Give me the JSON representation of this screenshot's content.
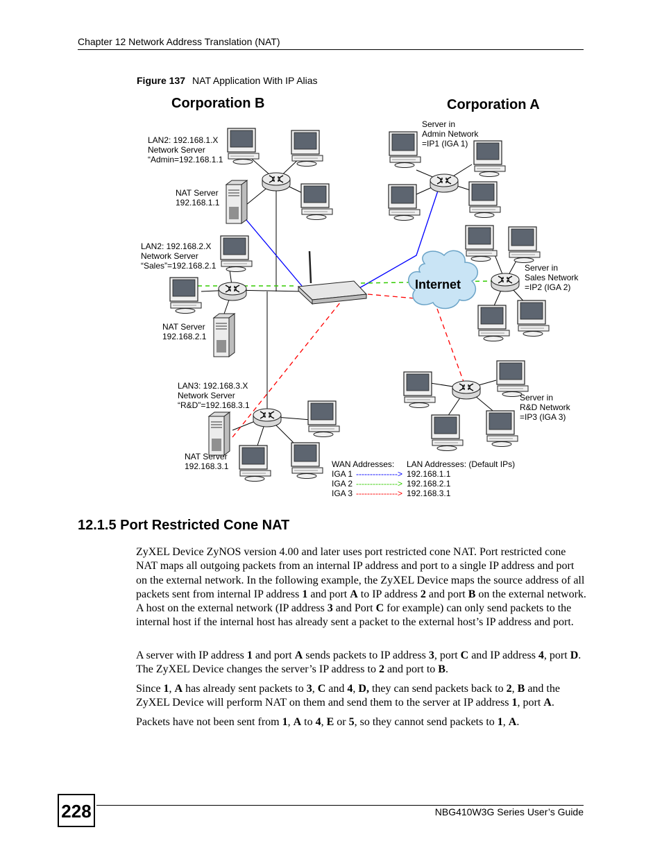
{
  "header": {
    "chapter": "Chapter 12 Network Address Translation (NAT)"
  },
  "figure": {
    "number": "Figure 137",
    "title": "NAT Application With IP Alias",
    "corp_b": "Corporation B",
    "corp_a": "Corporation A",
    "internet": "Internet",
    "lan1_label": [
      "LAN2: 192.168.1.X",
      "Network Server",
      "“Admin=192.168.1.1"
    ],
    "nat1_label": [
      "NAT Server",
      "192.168.1.1"
    ],
    "lan2_label": [
      "LAN2: 192.168.2.X",
      "Network Server",
      "“Sales”=192.168.2.1"
    ],
    "nat2_label": [
      "NAT Server",
      "192.168.2.1"
    ],
    "lan3_label": [
      "LAN3: 192.168.3.X",
      "Network Server",
      "“R&D”=192.168.3.1"
    ],
    "nat3_label": [
      "NAT Server",
      "192.168.3.1"
    ],
    "admin_label": [
      "Server in",
      "Admin Network",
      "=IP1 (IGA 1)"
    ],
    "sales_label": [
      "Server in",
      "Sales Network",
      "=IP2 (IGA 2)"
    ],
    "rd_label": [
      "Server in",
      "R&D Network",
      "=IP3 (IGA 3)"
    ],
    "legend": {
      "wan_header": "WAN Addresses:",
      "lan_header": "LAN Addresses: (Default IPs)",
      "rows": [
        {
          "wan": "IGA 1",
          "arrow": "--------------->",
          "lan": "192.168.1.1",
          "color": "#0000ff"
        },
        {
          "wan": "IGA 2",
          "arrow": "--------------->",
          "lan": "192.168.2.1",
          "color": "#33cc00"
        },
        {
          "wan": "IGA 3",
          "arrow": "--------------->",
          "lan": "192.168.3.1",
          "color": "#ff0000"
        }
      ]
    }
  },
  "section": {
    "heading": "12.1.5  Port Restricted Cone NAT"
  },
  "paragraphs": {
    "p1": [
      "ZyXEL Device ZyNOS version 4.00 and later uses port restricted cone NAT. Port restricted cone NAT maps all outgoing packets from an internal IP address and port to a single IP address and port on the external network. In the following example, the ZyXEL Device maps the source address of all packets sent from internal IP address ",
      "1",
      " and port ",
      "A",
      " to IP address ",
      "2",
      " and port ",
      "B",
      " on the external network. A host on the external network (IP address ",
      "3",
      " and Port ",
      "C",
      " for example) can only send packets to the internal host if the internal host has already sent a packet to the external host’s IP address and port."
    ],
    "p2": [
      "A server with IP address ",
      "1",
      " and port ",
      "A",
      " sends packets to IP address ",
      "3",
      ", port ",
      "C",
      " and IP address ",
      "4",
      ", port ",
      "D",
      ". The ZyXEL Device changes the server’s IP address to ",
      "2",
      " and port to ",
      "B",
      "."
    ],
    "p3": [
      "Since ",
      "1",
      ", ",
      "A",
      " has already sent packets to ",
      "3",
      ", ",
      "C",
      " and ",
      "4",
      ", ",
      "D,",
      " they can send packets back to ",
      "2",
      ", ",
      "B",
      " and the ZyXEL Device will perform NAT on them and send them to the server at IP address ",
      "1",
      ", port ",
      "A",
      "."
    ],
    "p4": [
      "Packets have not been sent from ",
      "1",
      ", ",
      "A",
      " to ",
      "4",
      ", ",
      "E",
      " or ",
      "5",
      ", so they cannot send packets to ",
      "1",
      ", ",
      "A",
      "."
    ]
  },
  "footer": {
    "page_number": "228",
    "guide_title": "NBG410W3G Series User’s Guide"
  },
  "colors": {
    "iga1": "#0000ff",
    "iga2": "#33cc00",
    "iga3": "#ff0000"
  }
}
